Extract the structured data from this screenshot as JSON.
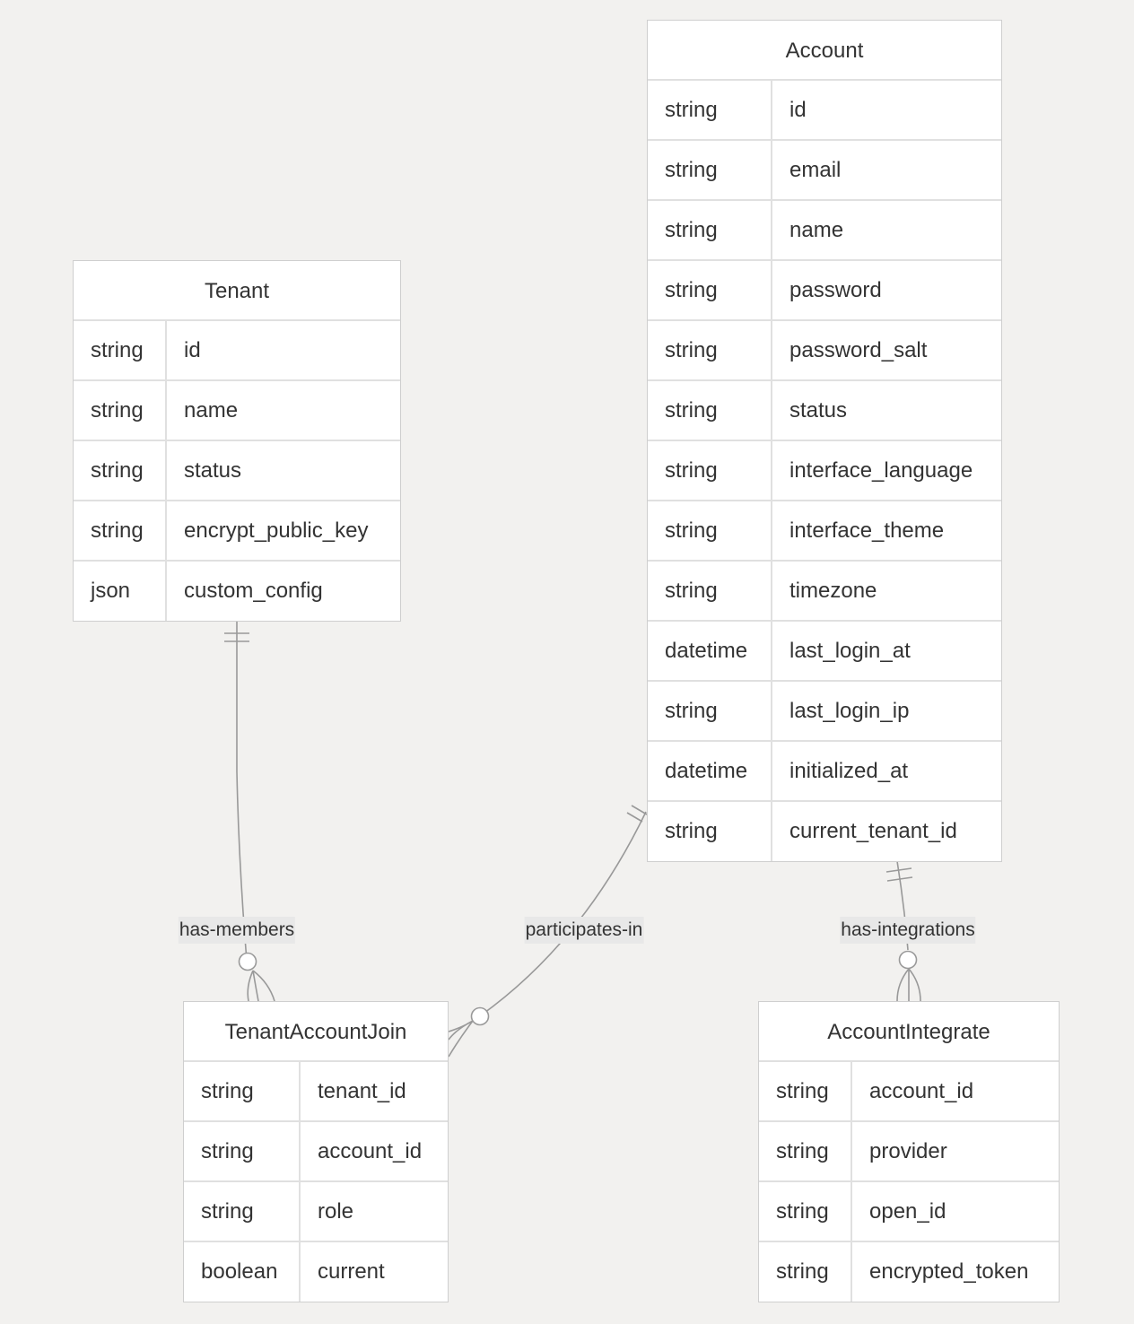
{
  "entities": [
    {
      "id": "tenant",
      "title": "Tenant",
      "attributes": [
        {
          "type": "string",
          "name": "id"
        },
        {
          "type": "string",
          "name": "name"
        },
        {
          "type": "string",
          "name": "status"
        },
        {
          "type": "string",
          "name": "encrypt_public_key"
        },
        {
          "type": "json",
          "name": "custom_config"
        }
      ]
    },
    {
      "id": "account",
      "title": "Account",
      "attributes": [
        {
          "type": "string",
          "name": "id"
        },
        {
          "type": "string",
          "name": "email"
        },
        {
          "type": "string",
          "name": "name"
        },
        {
          "type": "string",
          "name": "password"
        },
        {
          "type": "string",
          "name": "password_salt"
        },
        {
          "type": "string",
          "name": "status"
        },
        {
          "type": "string",
          "name": "interface_language"
        },
        {
          "type": "string",
          "name": "interface_theme"
        },
        {
          "type": "string",
          "name": "timezone"
        },
        {
          "type": "datetime",
          "name": "last_login_at"
        },
        {
          "type": "string",
          "name": "last_login_ip"
        },
        {
          "type": "datetime",
          "name": "initialized_at"
        },
        {
          "type": "string",
          "name": "current_tenant_id"
        }
      ]
    },
    {
      "id": "tenant-account-join",
      "title": "TenantAccountJoin",
      "attributes": [
        {
          "type": "string",
          "name": "tenant_id"
        },
        {
          "type": "string",
          "name": "account_id"
        },
        {
          "type": "string",
          "name": "role"
        },
        {
          "type": "boolean",
          "name": "current"
        }
      ]
    },
    {
      "id": "account-integrate",
      "title": "AccountIntegrate",
      "attributes": [
        {
          "type": "string",
          "name": "account_id"
        },
        {
          "type": "string",
          "name": "provider"
        },
        {
          "type": "string",
          "name": "open_id"
        },
        {
          "type": "string",
          "name": "encrypted_token"
        }
      ]
    }
  ],
  "relationships": [
    {
      "label": "has-members",
      "from": "Tenant",
      "to": "TenantAccountJoin",
      "cardinality": "one-to-zero-or-many"
    },
    {
      "label": "participates-in",
      "from": "Account",
      "to": "TenantAccountJoin",
      "cardinality": "one-to-zero-or-many"
    },
    {
      "label": "has-integrations",
      "from": "Account",
      "to": "AccountIntegrate",
      "cardinality": "one-to-zero-or-many"
    }
  ],
  "colors": {
    "background": "#f2f1ef",
    "entity_fill": "#ffffff",
    "border": "#cfcfcf",
    "line": "#999999",
    "label_bg": "#e8e8e8",
    "text": "#333333"
  }
}
